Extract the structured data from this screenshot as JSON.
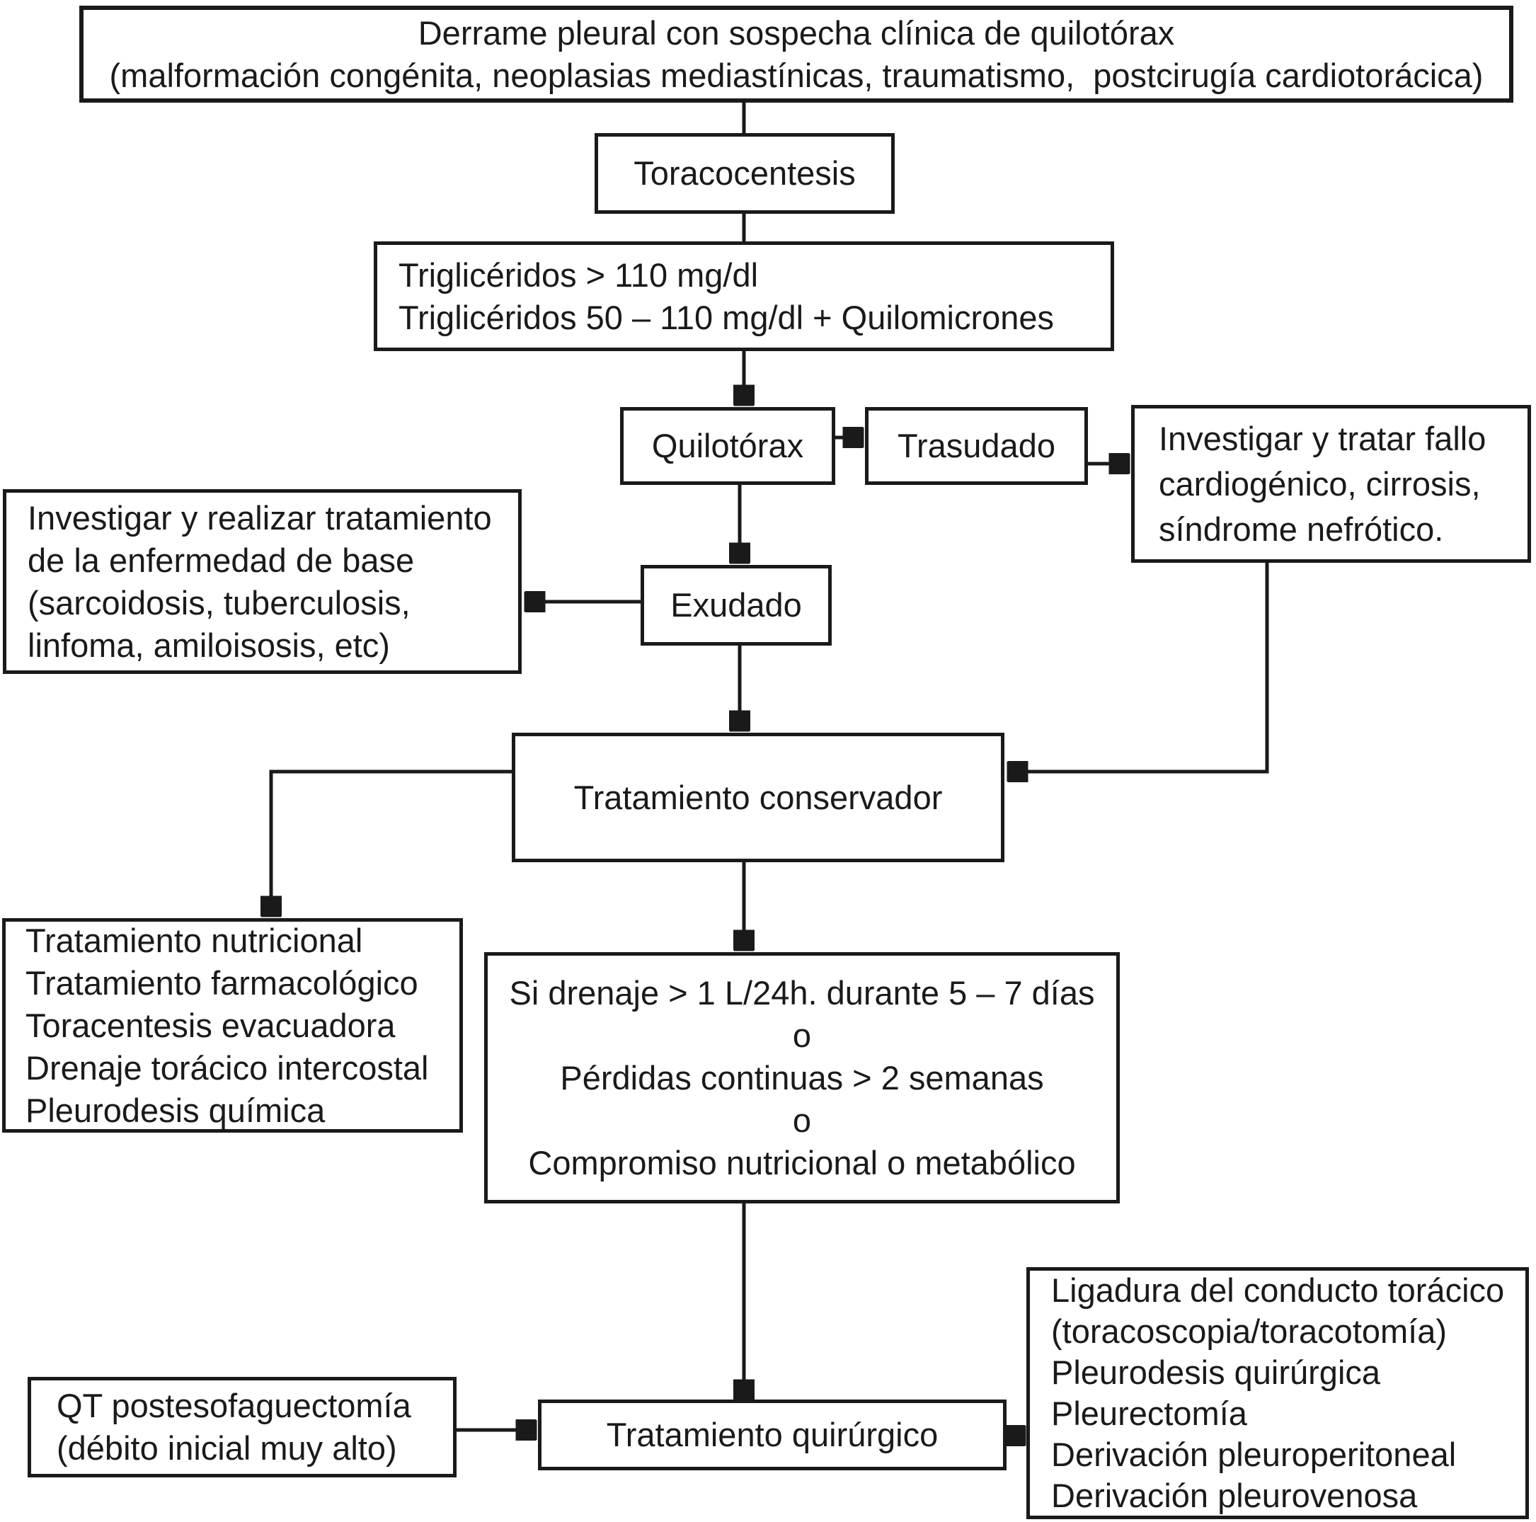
{
  "diagram": {
    "colors": {
      "line": "#1a1a1a",
      "box_bg": "#ffffff",
      "text": "#1a1a1a"
    },
    "nodes": {
      "derrame": {
        "lines": [
          "Derrame pleural con sospecha clínica de quilotórax",
          "(malformación congénita, neoplasias mediastínicas, traumatismo,  postcirugía cardiotorácica)"
        ]
      },
      "toracocentesis": {
        "label": "Toracocentesis"
      },
      "trigliceridos": {
        "lines": [
          "Triglicéridos > 110 mg/dl",
          "Triglicéridos 50 – 110 mg/dl + Quilomicrones"
        ]
      },
      "quilotorax": {
        "label": "Quilotórax"
      },
      "trasudado": {
        "label": "Trasudado"
      },
      "investigar_fallo": {
        "lines": [
          "Investigar y tratar fallo",
          "cardiogénico, cirrosis,",
          "síndrome nefrótico."
        ]
      },
      "investigar_base": {
        "lines": [
          "Investigar y realizar tratamiento",
          "de la enfermedad de base",
          "(sarcoidosis, tuberculosis,",
          "linfoma, amiloisosis, etc)"
        ]
      },
      "exudado": {
        "label": "Exudado"
      },
      "conservador": {
        "label": "Tratamiento conservador"
      },
      "nutricional": {
        "lines": [
          "Tratamiento nutricional",
          "Tratamiento farmacológico",
          "Toracentesis evacuadora",
          "Drenaje torácico intercostal",
          "Pleurodesis química"
        ]
      },
      "si_drenaje": {
        "lines": [
          "Si drenaje > 1 L/24h. durante 5 – 7 días",
          "o",
          "Pérdidas continuas > 2 semanas",
          "o",
          "Compromiso nutricional o metabólico"
        ]
      },
      "qt": {
        "lines": [
          "QT postesofaguectomía",
          "(débito inicial muy alto)"
        ]
      },
      "quirurgico": {
        "label": "Tratamiento quirúrgico"
      },
      "ligadura": {
        "lines": [
          "Ligadura del conducto torácico",
          "(toracoscopia/toracotomía)",
          "Pleurodesis quirúrgica",
          "Pleurectomía",
          "Derivación pleuroperitoneal",
          "Derivación pleurovenosa"
        ]
      }
    }
  }
}
